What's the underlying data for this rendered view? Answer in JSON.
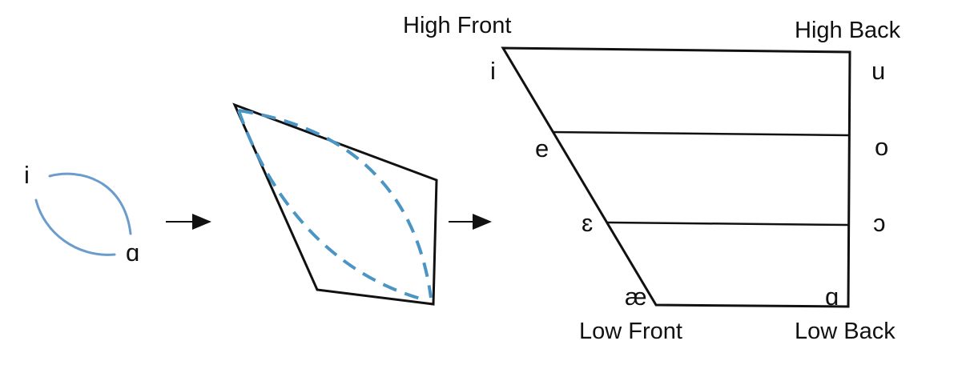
{
  "stage1": {
    "vowels": [
      "i",
      "ɑ"
    ]
  },
  "arrows": [
    "→",
    "→"
  ],
  "chart": {
    "corners": {
      "high_front": "High Front",
      "high_back": "High Back",
      "low_front": "Low Front",
      "low_back": "Low Back"
    },
    "front_vowels": [
      "i",
      "e",
      "ɛ",
      "æ"
    ],
    "back_vowels": [
      "u",
      "o",
      "ɔ",
      "ɑ"
    ]
  },
  "colors": {
    "curve": "#6b9ccc",
    "dashed": "#4a95c4",
    "outline": "#111111"
  }
}
